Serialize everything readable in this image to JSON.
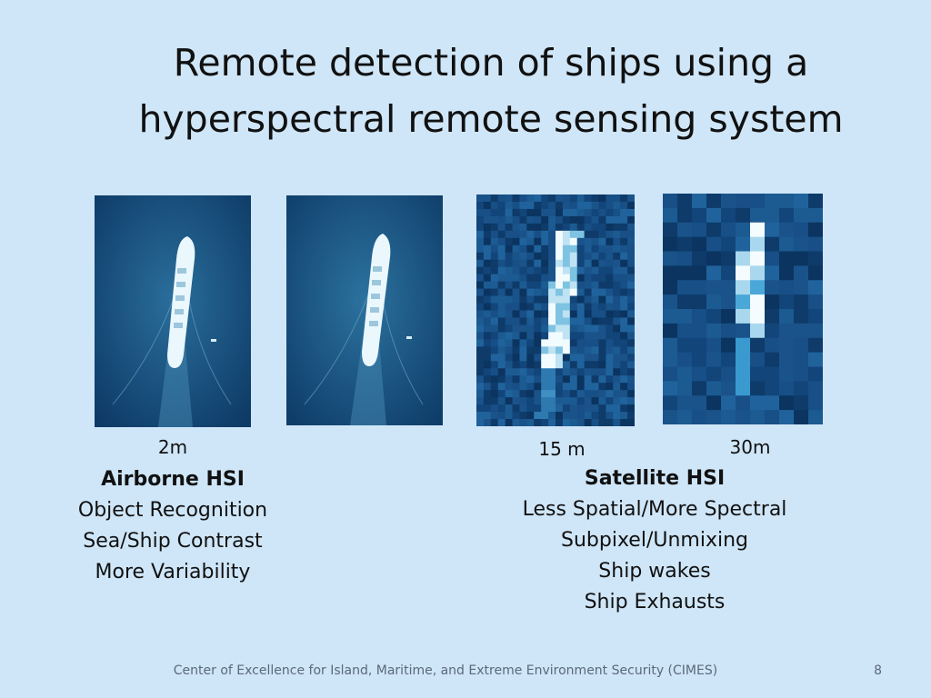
{
  "slide": {
    "title_line1": "Remote detection of ships using a",
    "title_line2": "hyperspectral remote sensing system",
    "images": [
      {
        "name": "airborne-ship-image-1"
      },
      {
        "name": "airborne-ship-image-2"
      },
      {
        "name": "satellite-ship-image-15m"
      },
      {
        "name": "satellite-ship-image-30m"
      }
    ],
    "resolution_labels": {
      "a": "2m",
      "b": "15 m",
      "c": "30m"
    },
    "airborne": {
      "heading": "Airborne HSI",
      "lines": [
        "Object Recognition",
        "Sea/Ship Contrast",
        "More Variability"
      ]
    },
    "satellite": {
      "heading": "Satellite HSI",
      "lines": [
        "Less Spatial/More Spectral",
        "Subpixel/Unmixing",
        "Ship wakes",
        "Ship Exhausts"
      ]
    },
    "footer": "Center of Excellence  for Island, Maritime, and Extreme Environment Security (CIMES)",
    "page_number": "8",
    "colors": {
      "background": "#cfe6f8",
      "sea_dark": "#0f3e6e",
      "sea_mid": "#1d5f92",
      "ship": "#e8f6fb"
    }
  }
}
